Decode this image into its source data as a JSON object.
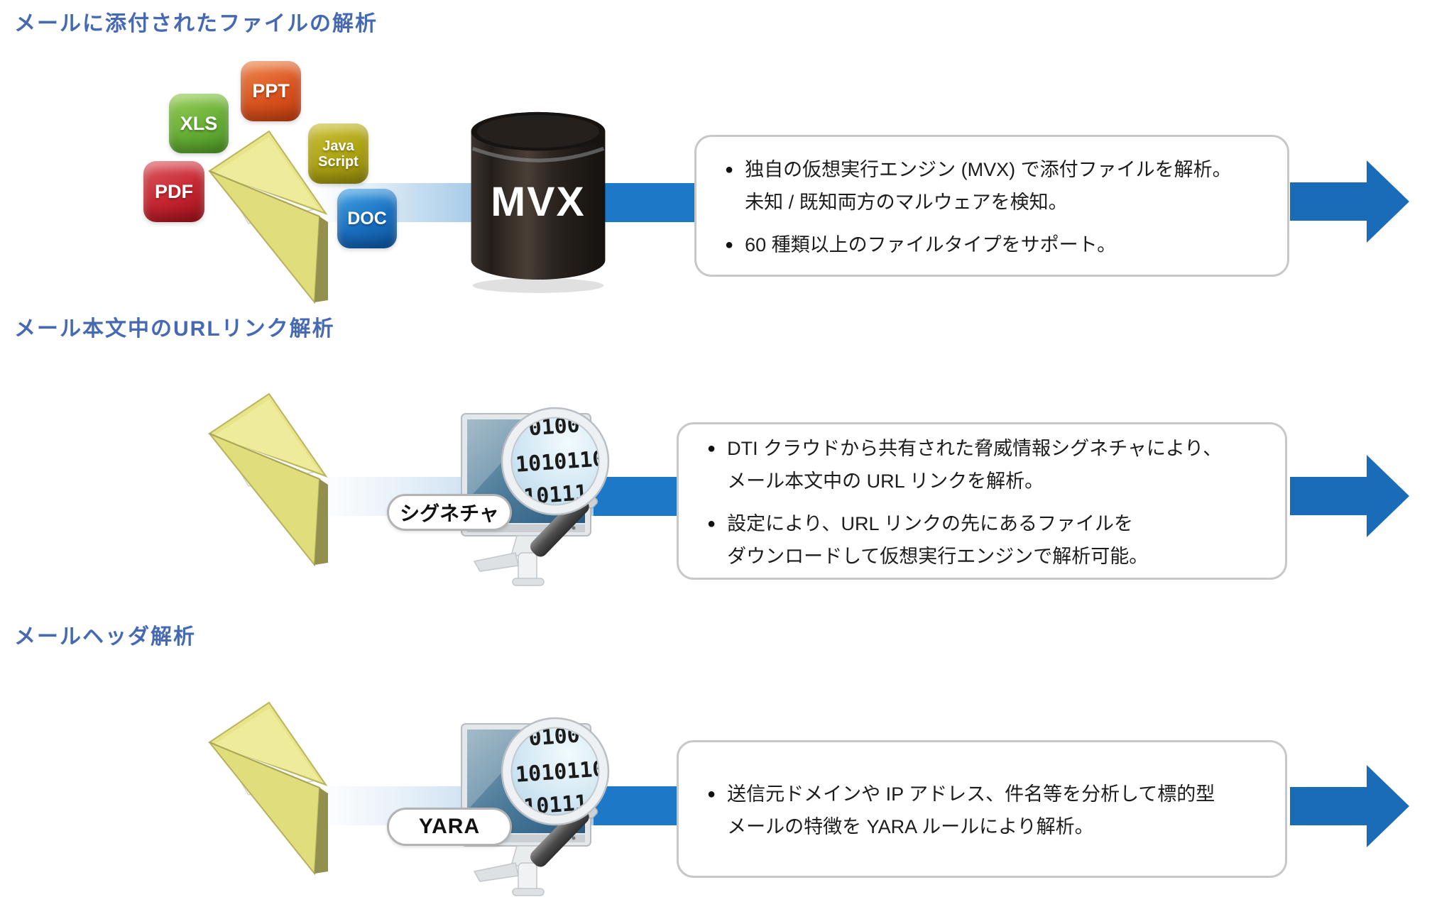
{
  "colors": {
    "heading_blue": "#4569b2",
    "arrow_blue": "#1a6cb8",
    "band_solid_blue": "#1d78c8",
    "band_light_blue": "#a6cbe8",
    "box_border_gray": "#c8c8c8",
    "envelope_yellow": "#e0dd7b",
    "monitor_screen_blue": "#2b5d84",
    "cylinder_black": "#241e1a",
    "pdf_red": "#c62631",
    "xls_green": "#67af36",
    "ppt_orange": "#da5420",
    "javascript_olive": "#ada312",
    "doc_blue": "#1a6fc0",
    "text_black": "#1c1c1c"
  },
  "sections": [
    {
      "heading": "メールに添付されたファイルの解析",
      "file_icons": [
        {
          "name": "pdf",
          "label": "PDF"
        },
        {
          "name": "xls",
          "label": "XLS"
        },
        {
          "name": "ppt",
          "label": "PPT"
        },
        {
          "name": "javascript",
          "label": "Java\nScript"
        },
        {
          "name": "doc",
          "label": "DOC"
        }
      ],
      "engine_label": "MVX",
      "bullets": [
        "独自の仮想実行エンジン (MVX) で添付ファイルを解析。\n未知 / 既知両方のマルウェアを検知。",
        "60 種類以上のファイルタイプをサポート。"
      ]
    },
    {
      "heading": "メール本文中のURLリンク解析",
      "badge": "シグネチャ",
      "lens_binary": [
        "0100",
        "1010110",
        "10111"
      ],
      "bullets": [
        "DTI クラウドから共有された脅威情報シグネチャにより、\nメール本文中の URL リンクを解析。",
        "設定により、URL リンクの先にあるファイルを\nダウンロードして仮想実行エンジンで解析可能。"
      ]
    },
    {
      "heading": "メールヘッダ解析",
      "badge": "YARA",
      "lens_binary": [
        "0100",
        "1010110",
        "10111"
      ],
      "bullets": [
        "送信元ドメインや IP アドレス、件名等を分析して標的型\nメールの特徴を YARA ルールにより解析。"
      ]
    }
  ]
}
